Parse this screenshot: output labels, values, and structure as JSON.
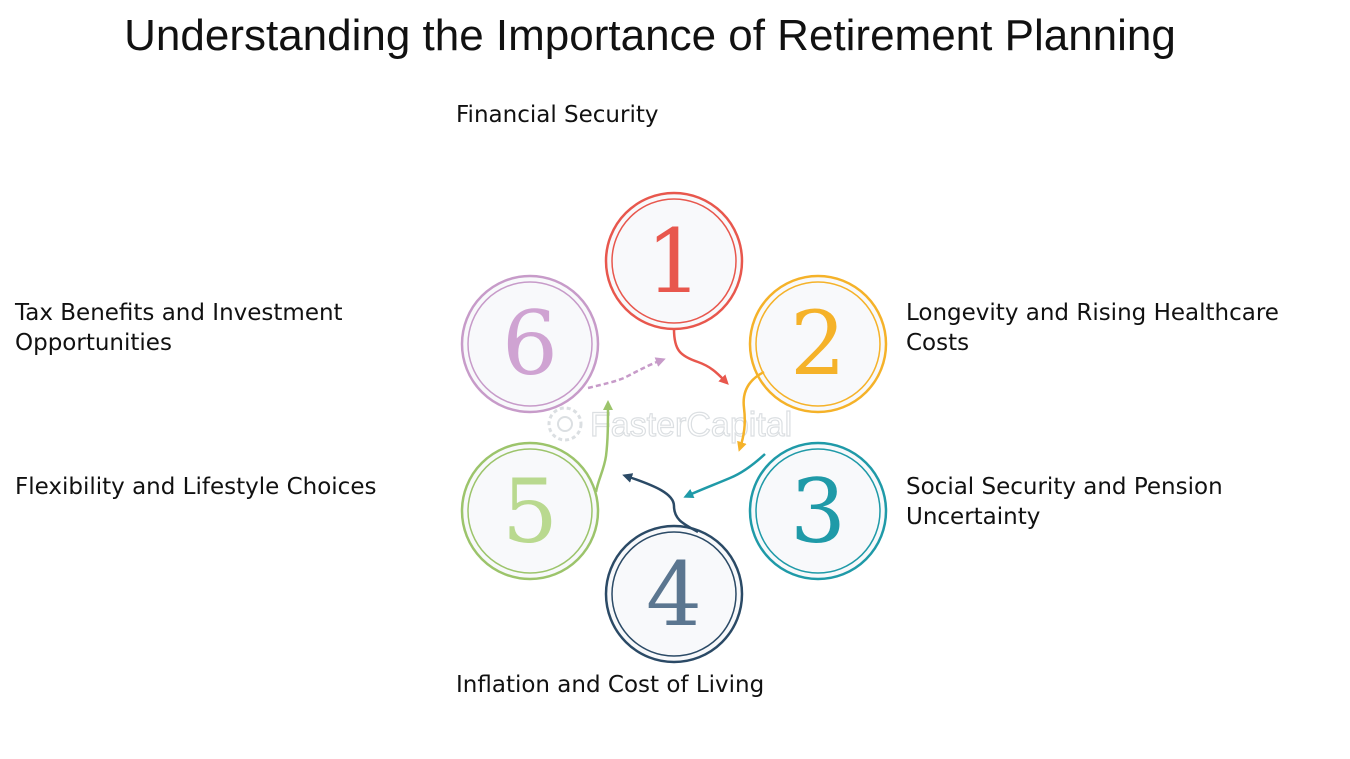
{
  "title": "Understanding the Importance of Retirement Planning",
  "steps": [
    {
      "number": "1",
      "label": "Financial Security",
      "color": "#e8574d"
    },
    {
      "number": "2",
      "label": "Longevity and Rising Healthcare Costs",
      "label_lines": [
        "Longevity and Rising Healthcare",
        "Costs"
      ],
      "color": "#f5b229"
    },
    {
      "number": "3",
      "label": "Social Security and Pension Uncertainty",
      "label_lines": [
        "Social Security and Pension",
        "Uncertainty"
      ],
      "color": "#1f9aa8"
    },
    {
      "number": "4",
      "label": "Inflation and Cost of Living",
      "color": "#2b4a66"
    },
    {
      "number": "5",
      "label": "Flexibility and Lifestyle Choices",
      "color": "#9cc46b"
    },
    {
      "number": "6",
      "label": "Tax Benefits and Investment Opportunities",
      "label_lines": [
        "Tax Benefits and Investment",
        "Opportunities"
      ],
      "color": "#c79bc9"
    }
  ],
  "watermark": "FasterCapital"
}
